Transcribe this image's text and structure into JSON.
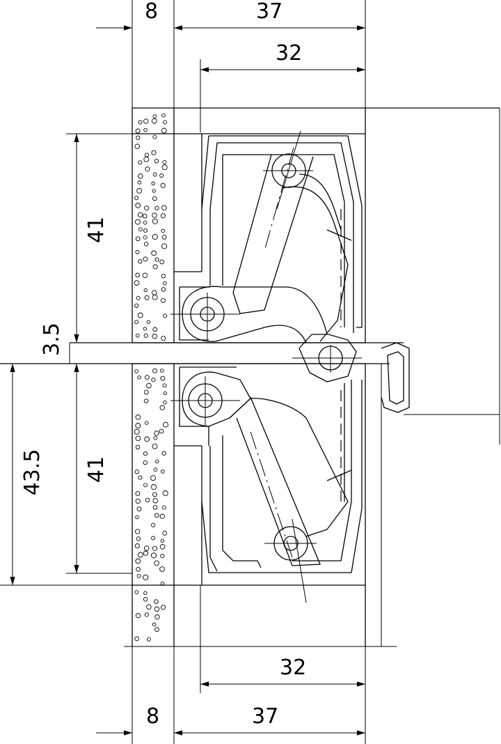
{
  "dimensions": {
    "top_wall": "8",
    "top_overall": "37",
    "top_inner": "32",
    "left_upper_height": "41",
    "gap": "3.5",
    "left_total_height": "43.5",
    "left_lower_height": "41",
    "bottom_inner": "32",
    "bottom_wall": "8",
    "bottom_overall": "37"
  },
  "colors": {
    "line": "#000000",
    "background": "#ffffff"
  }
}
